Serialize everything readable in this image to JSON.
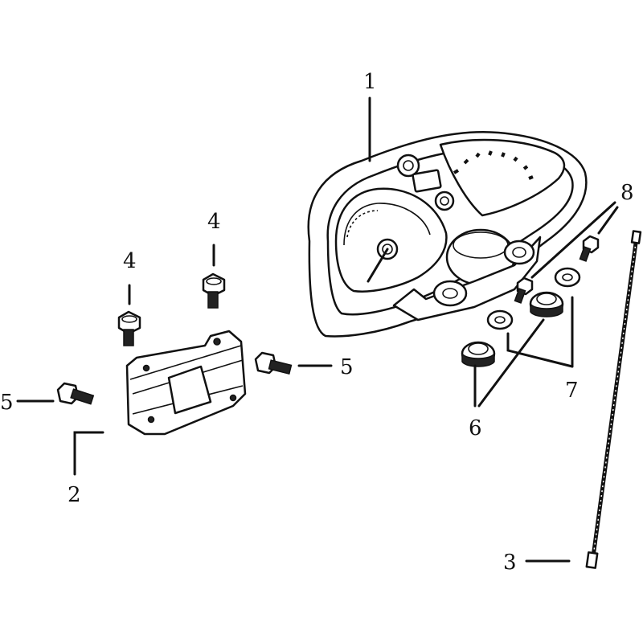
{
  "diagram": {
    "callouts": {
      "c1": "1",
      "c2": "2",
      "c3": "3",
      "c4a": "4",
      "c4b": "4",
      "c5a": "5",
      "c5b": "5",
      "c6": "6",
      "c7": "7",
      "c8": "8"
    },
    "colors": {
      "line": "#111111",
      "background": "#ffffff"
    }
  }
}
